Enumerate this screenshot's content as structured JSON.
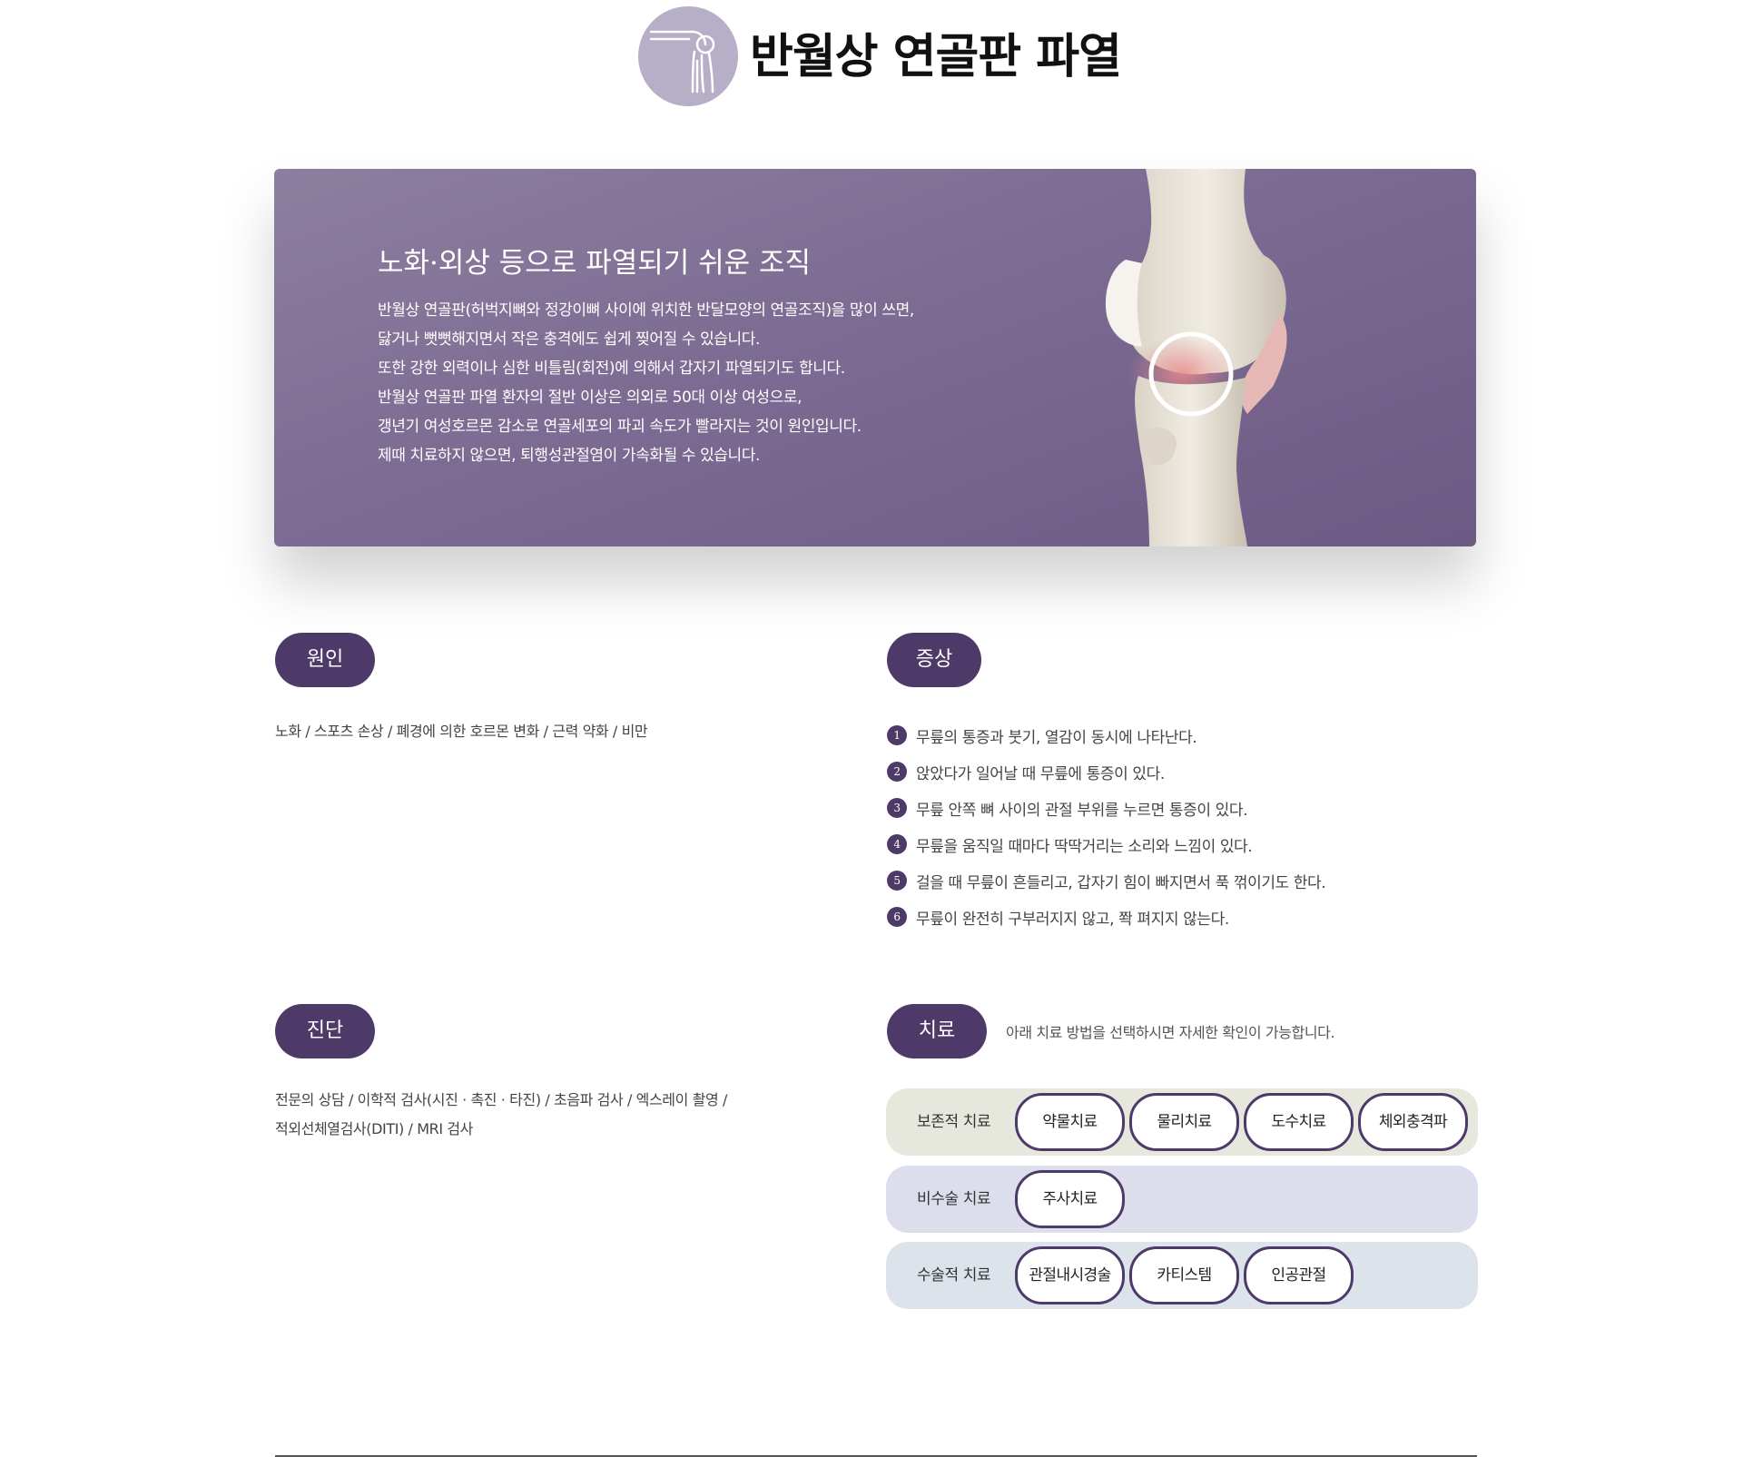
{
  "header": {
    "title": "반월상 연골판 파열",
    "icon": "knee-joint-icon"
  },
  "hero": {
    "title": "노화·외상 등으로 파열되기 쉬운 조직",
    "lines": [
      "반월상 연골판(허벅지뼈와 정강이뼈 사이에 위치한 반달모양의 연골조직)을 많이 쓰면,",
      "닳거나 뻣뻣해지면서 작은 충격에도 쉽게 찢어질 수 있습니다.",
      "또한 강한 외력이나 심한 비틀림(회전)에 의해서 갑자기 파열되기도 합니다.",
      "반월상 연골판 파열 환자의 절반 이상은 의외로 50대 이상 여성으로,",
      "갱년기 여성호르몬 감소로 연골세포의 파괴 속도가 빨라지는 것이 원인입니다.",
      "제때 치료하지 않으면, 퇴행성관절염이 가속화될 수 있습니다."
    ],
    "image": "knee-meniscus-illustration"
  },
  "cause": {
    "label": "원인",
    "text": "노화 / 스포츠 손상 / 폐경에 의한 호르몬 변화 / 근력 약화 / 비만"
  },
  "symptom": {
    "label": "증상",
    "items": [
      {
        "num": "1",
        "text": "무릎의 통증과 붓기, 열감이 동시에 나타난다."
      },
      {
        "num": "2",
        "text": "앉았다가 일어날 때 무릎에 통증이 있다."
      },
      {
        "num": "3",
        "text": "무릎 안쪽 뼈 사이의 관절 부위를 누르면 통증이 있다."
      },
      {
        "num": "4",
        "text": "무릎을 움직일 때마다 딱딱거리는 소리와 느낌이 있다."
      },
      {
        "num": "5",
        "text": "걸을 때 무릎이 흔들리고, 갑자기 힘이 빠지면서 푹 꺾이기도 한다."
      },
      {
        "num": "6",
        "text": "무릎이 완전히 구부러지지 않고, 쫙 펴지지 않는다."
      }
    ]
  },
  "diagnosis": {
    "label": "진단",
    "lines": [
      "전문의 상담 / 이학적 검사(시진 · 촉진 · 타진) / 초음파 검사 / 엑스레이 촬영 /",
      "적외선체열검사(DITI) / MRI 검사"
    ]
  },
  "treatment": {
    "label": "치료",
    "note": "아래 치료 방법을 선택하시면 자세한 확인이 가능합니다.",
    "rows": [
      {
        "label": "보존적 치료",
        "options": [
          "약물치료",
          "물리치료",
          "도수치료",
          "체외충격파"
        ]
      },
      {
        "label": "비수술 치료",
        "options": [
          "주사치료"
        ]
      },
      {
        "label": "수술적 치료",
        "options": [
          "관절내시경술",
          "카티스템",
          "인공관절"
        ]
      }
    ]
  },
  "colors": {
    "accent": "#4e3a69",
    "hero_bg": "#7c6b92",
    "title_icon_bg": "#b7aec8",
    "row_conservative": "#e7e8dd",
    "row_nonsurgical": "#dddeeb",
    "row_surgical": "#dde3ea"
  }
}
